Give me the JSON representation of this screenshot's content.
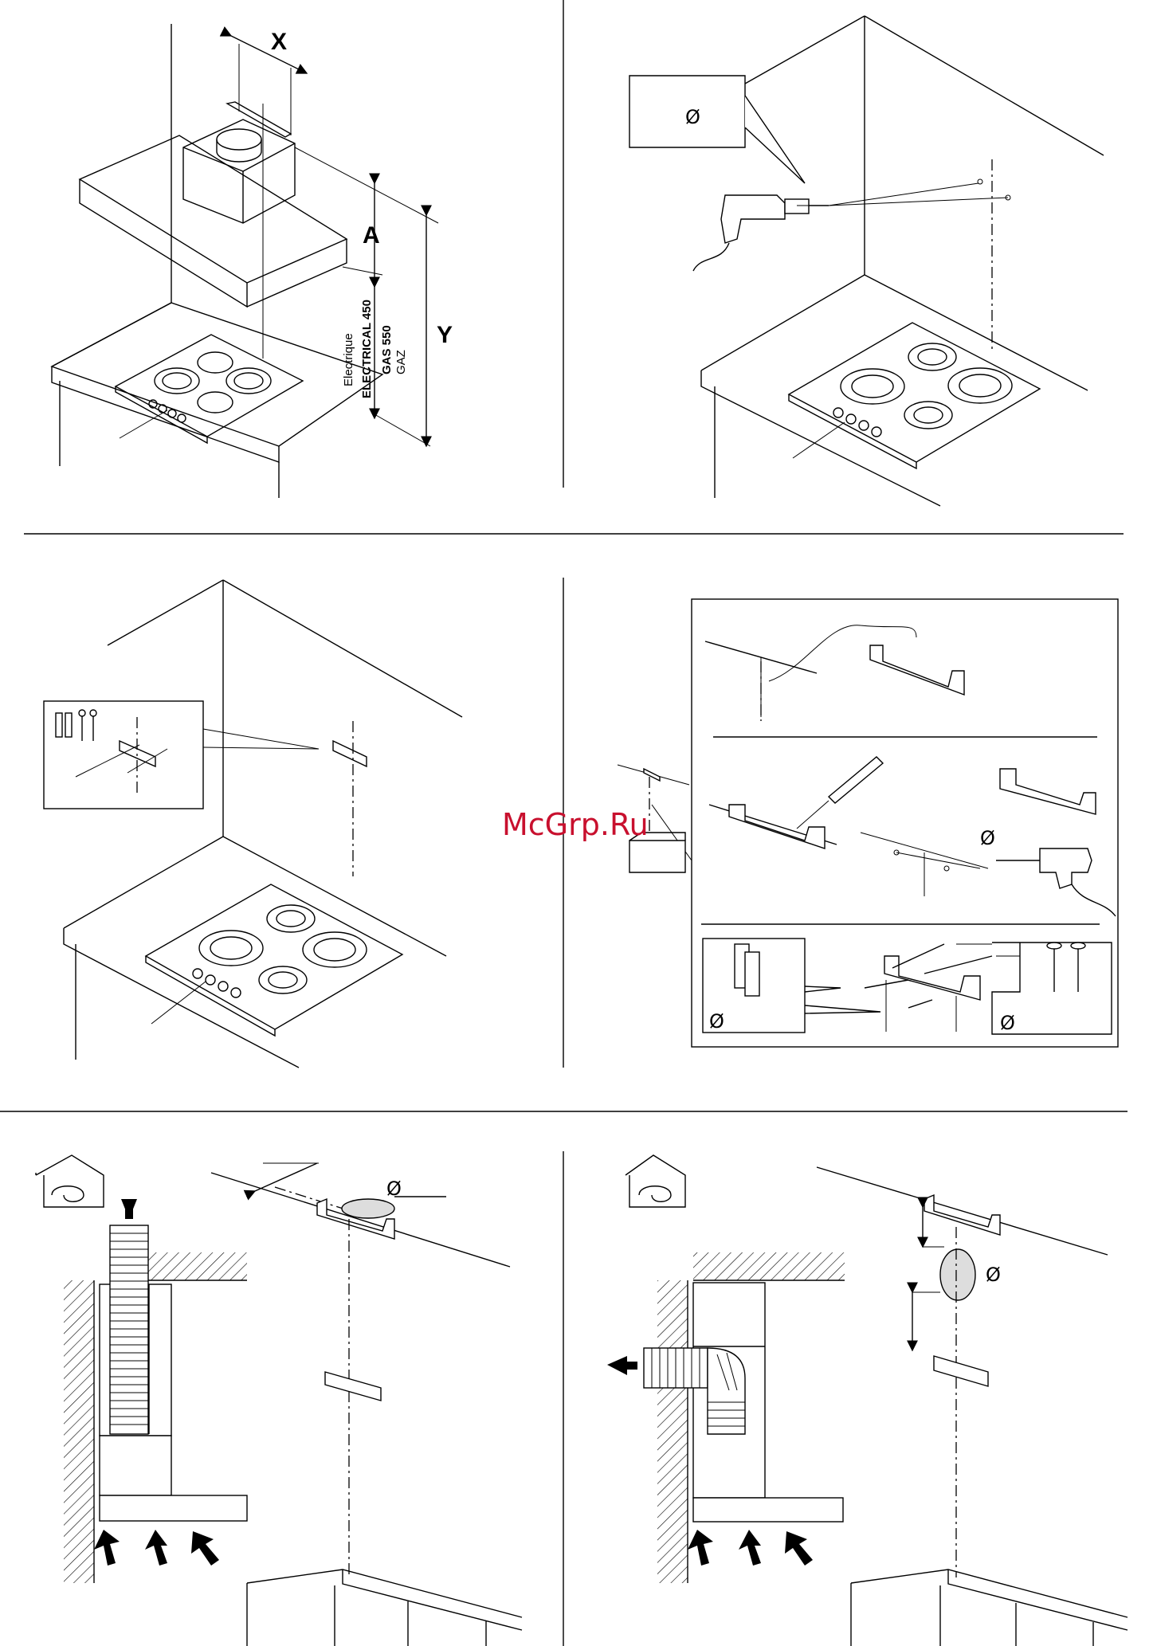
{
  "panel1": {
    "label_x": "X",
    "label_a": "A",
    "label_y": "Y",
    "label_electrique": "Electrique",
    "label_electrical": "ELECTRICAL 450",
    "label_gas": "GAS 550",
    "label_gaz": "GAZ"
  },
  "symbols": {
    "diameter": "Ø"
  },
  "watermark": "McGrp.Ru"
}
